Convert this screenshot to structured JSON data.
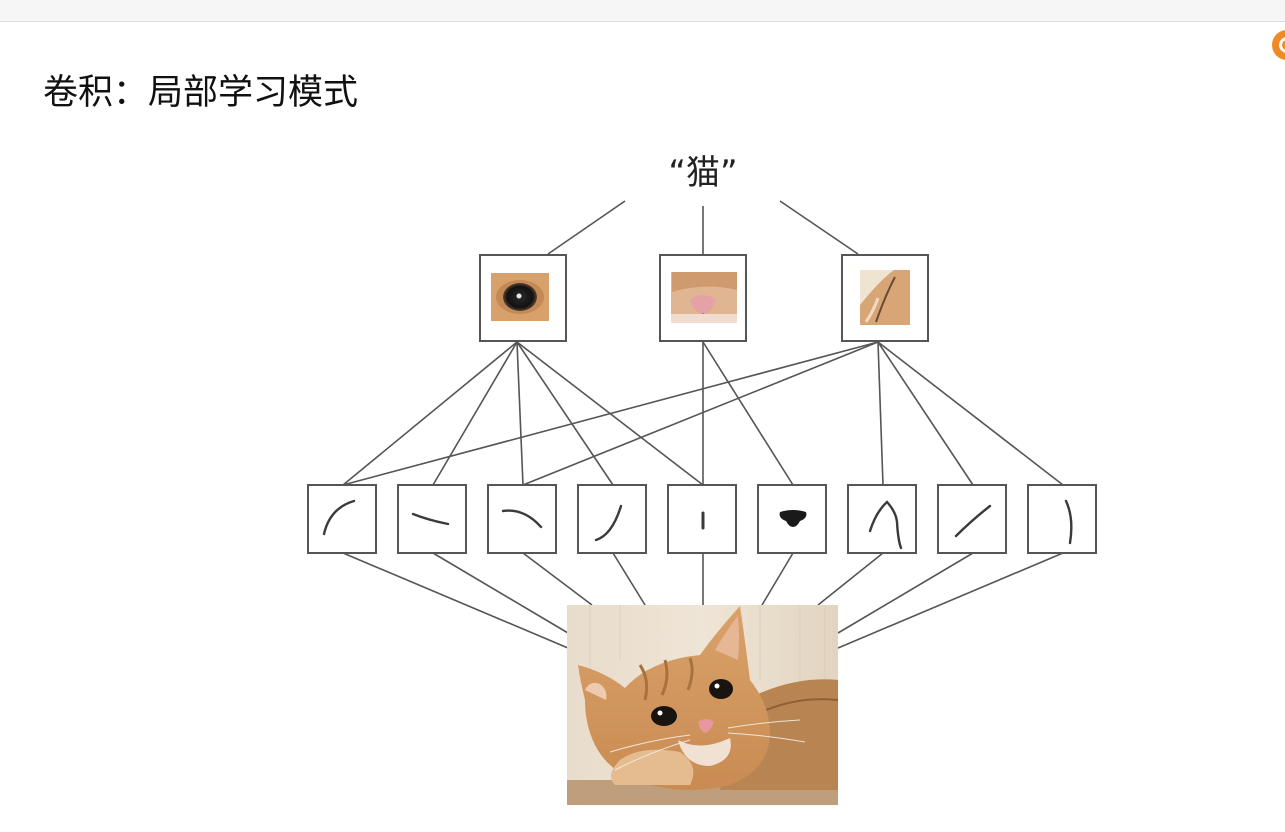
{
  "slide": {
    "title": "卷积：局部学习模式"
  },
  "diagram": {
    "output_label": "“猫”",
    "mid_level_features": [
      "eye-patch",
      "nose-patch",
      "ear-patch"
    ],
    "low_level_features": [
      "curve-top-left",
      "curve-gentle-dip",
      "curve-arch",
      "curve-hook",
      "short-vertical-stroke",
      "nose-blob",
      "peak-stroke",
      "diagonal-stroke",
      "bracket-stroke"
    ],
    "input": "cat-photo"
  },
  "colors": {
    "line": "#555555",
    "box_border": "#555555",
    "topbar": "#f6f6f6",
    "logo": "#f08a24"
  }
}
